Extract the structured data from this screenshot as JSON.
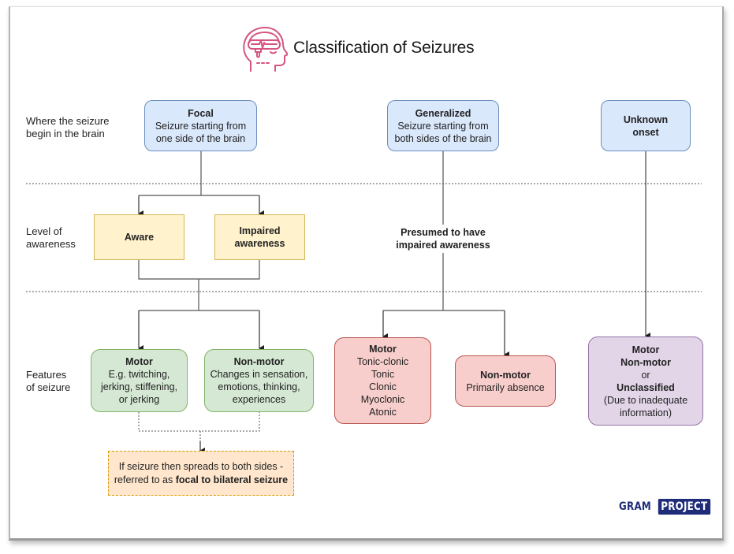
{
  "title": "Classification of Seizures",
  "title_icon": "brain-head-icon",
  "colors": {
    "icon": "#d6557f",
    "onset_fill": "#dae8fc",
    "awareness_fill": "#fff2cc",
    "focal_features_fill": "#d5e8d4",
    "generalized_features_fill": "#f8cecc",
    "unknown_features_fill": "#e1d5e7",
    "note_fill": "#ffe6cc",
    "logo": "#1f2c7a"
  },
  "row_labels": {
    "onset": [
      "Where the seizure",
      "begin in the brain"
    ],
    "awareness": [
      "Level of",
      "awareness"
    ],
    "features": [
      "Features",
      "of seizure"
    ]
  },
  "onset": {
    "focal": {
      "heading": "Focal",
      "lines": [
        "Seizure starting from",
        "one side of the brain"
      ]
    },
    "generalized": {
      "heading": "Generalized",
      "lines": [
        "Seizure starting from",
        "both sides of the brain"
      ]
    },
    "unknown": {
      "heading_lines": [
        "Unknown",
        "onset"
      ]
    }
  },
  "awareness": {
    "aware": "Aware",
    "impaired": [
      "Impaired",
      "awareness"
    ],
    "generalized_note": [
      "Presumed to have",
      "impaired awareness"
    ]
  },
  "features": {
    "focal_motor": {
      "heading": "Motor",
      "lines": [
        "E.g. twitching,",
        "jerking, stiffening,",
        "or jerking"
      ]
    },
    "focal_nonmotor": {
      "heading": "Non-motor",
      "lines": [
        "Changes in sensation,",
        "emotions, thinking,",
        "experiences"
      ]
    },
    "gen_motor": {
      "heading": "Motor",
      "lines": [
        "Tonic-clonic",
        "Tonic",
        "Clonic",
        "Myoclonic",
        "Atonic"
      ]
    },
    "gen_nonmotor": {
      "heading": "Non-motor",
      "lines": [
        "Primarily absence"
      ]
    },
    "unknown": {
      "bold1": "Motor",
      "bold2": "Non-motor",
      "plain1": "or",
      "bold3": "Unclassified",
      "lines": [
        "(Due to inadequate",
        "information)"
      ]
    }
  },
  "note": {
    "line1": "If seizure then spreads to both sides -",
    "line2_prefix": "referred to as ",
    "line2_bold": "focal to bilateral seizure"
  },
  "logo": {
    "part1": "GRAM",
    "part2": "PROJECT"
  }
}
